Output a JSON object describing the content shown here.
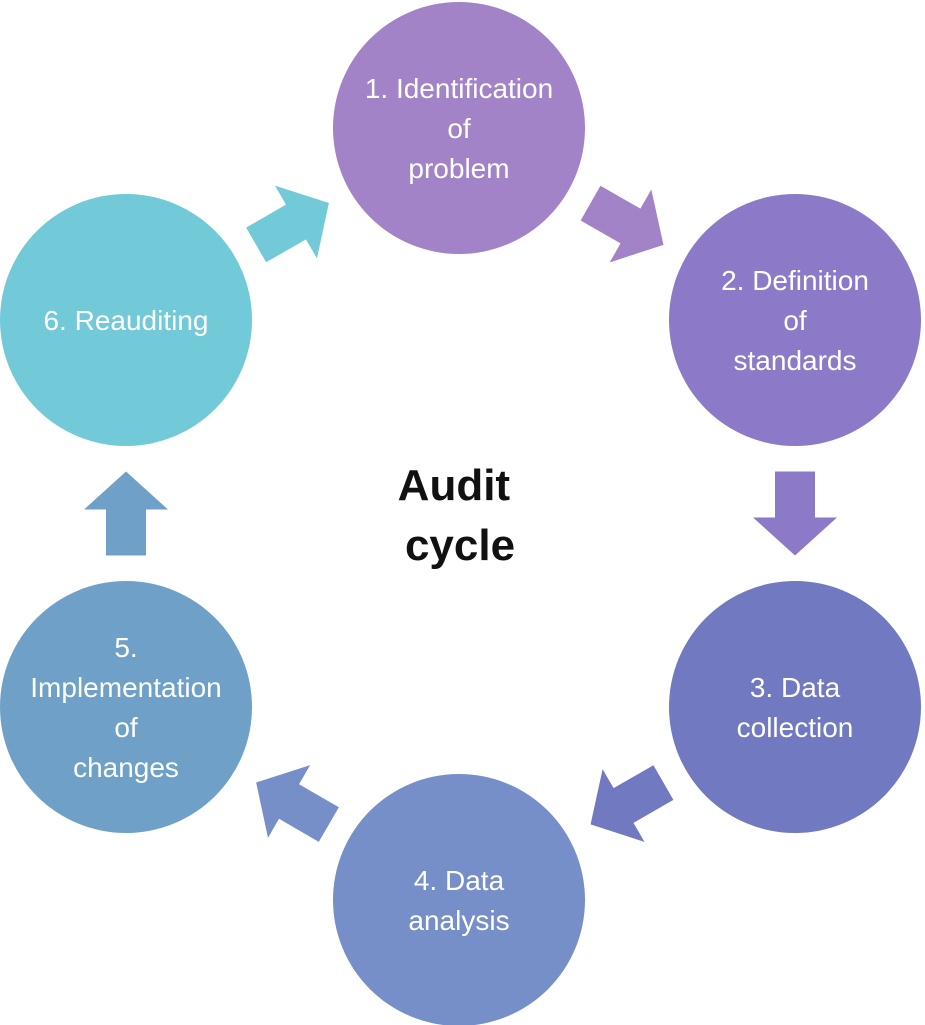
{
  "title": [
    "Audit",
    "cycle"
  ],
  "colors": {
    "background": "#ffffff",
    "title": "#111111",
    "label": "#ffffff"
  },
  "steps": [
    {
      "lines": [
        "1. Identification",
        "of",
        "problem"
      ],
      "color": "#a383c8"
    },
    {
      "lines": [
        "2. Definition",
        "of",
        "standards"
      ],
      "color": "#8c7ac8"
    },
    {
      "lines": [
        "3. Data",
        "collection"
      ],
      "color": "#7179c1"
    },
    {
      "lines": [
        "4. Data",
        "analysis"
      ],
      "color": "#778fc8"
    },
    {
      "lines": [
        "5.",
        "Implementation",
        "of",
        "changes"
      ],
      "color": "#6fa1c8"
    },
    {
      "lines": [
        "6. Reauditing"
      ],
      "color": "#72cad9"
    }
  ],
  "arrows": [
    {
      "from_step": 1,
      "to_step": 2,
      "color": "#a383c8"
    },
    {
      "from_step": 2,
      "to_step": 3,
      "color": "#8c7ac8"
    },
    {
      "from_step": 3,
      "to_step": 4,
      "color": "#7179c1"
    },
    {
      "from_step": 4,
      "to_step": 5,
      "color": "#778fc8"
    },
    {
      "from_step": 5,
      "to_step": 6,
      "color": "#6fa1c8"
    },
    {
      "from_step": 6,
      "to_step": 1,
      "color": "#72cad9"
    }
  ]
}
